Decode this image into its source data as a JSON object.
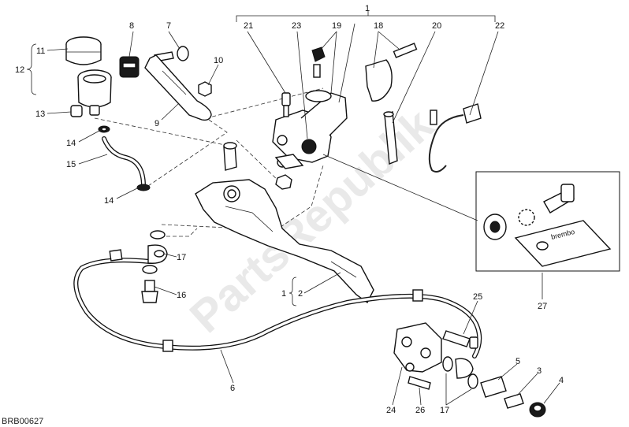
{
  "diagram": {
    "code": "BRB00627",
    "watermark": "PartsRepublik",
    "brand": "brembo",
    "labels": [
      {
        "id": "1",
        "text": "1"
      },
      {
        "id": "1b",
        "text": "1"
      },
      {
        "id": "2",
        "text": "2"
      },
      {
        "id": "3",
        "text": "3"
      },
      {
        "id": "4",
        "text": "4"
      },
      {
        "id": "5",
        "text": "5"
      },
      {
        "id": "6",
        "text": "6"
      },
      {
        "id": "7",
        "text": "7"
      },
      {
        "id": "8",
        "text": "8"
      },
      {
        "id": "9",
        "text": "9"
      },
      {
        "id": "10",
        "text": "10"
      },
      {
        "id": "11",
        "text": "11"
      },
      {
        "id": "12",
        "text": "12"
      },
      {
        "id": "13",
        "text": "13"
      },
      {
        "id": "14a",
        "text": "14"
      },
      {
        "id": "14b",
        "text": "14"
      },
      {
        "id": "15",
        "text": "15"
      },
      {
        "id": "16",
        "text": "16"
      },
      {
        "id": "17a",
        "text": "17"
      },
      {
        "id": "17b",
        "text": "17"
      },
      {
        "id": "18",
        "text": "18"
      },
      {
        "id": "19",
        "text": "19"
      },
      {
        "id": "20",
        "text": "20"
      },
      {
        "id": "21",
        "text": "21"
      },
      {
        "id": "22",
        "text": "22"
      },
      {
        "id": "23",
        "text": "23"
      },
      {
        "id": "24",
        "text": "24"
      },
      {
        "id": "25",
        "text": "25"
      },
      {
        "id": "26",
        "text": "26"
      },
      {
        "id": "27",
        "text": "27"
      }
    ]
  }
}
